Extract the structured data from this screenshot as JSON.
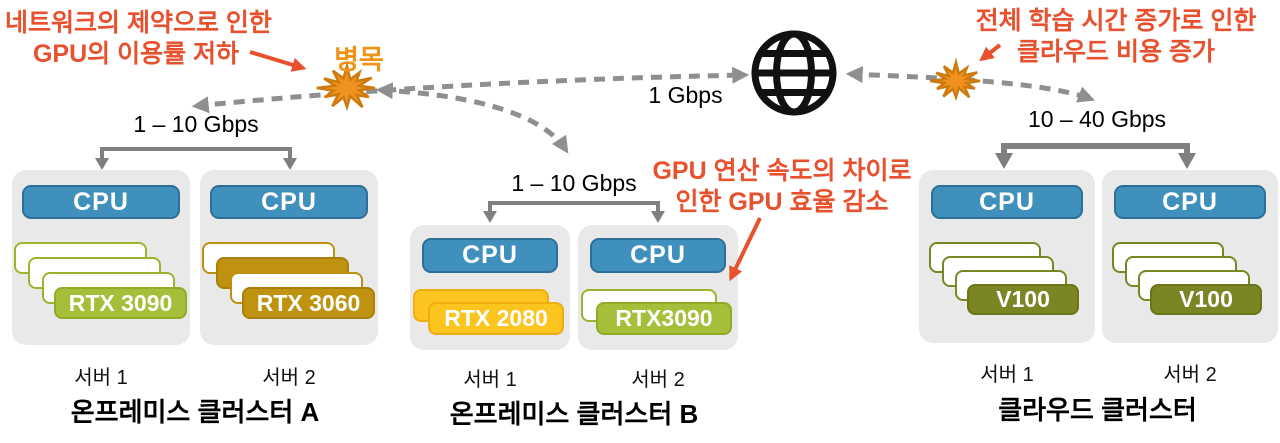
{
  "colors": {
    "annotation_red": "#e8502e",
    "bottleneck_orange": "#f09120",
    "cpu_blue": "#4090bd",
    "gpu_green": "#a6bf3a",
    "gpu_gold": "#bf9310",
    "gpu_amber": "#fcc41f",
    "gpu_olive": "#7b8523",
    "server_gray": "#e9e9e9"
  },
  "annotations": {
    "network_constraint": {
      "line1": "네트워크의 제약으로 인한",
      "line2": "GPU의 이용률 저하"
    },
    "bottleneck_label": "병목",
    "gpu_speed_mismatch": {
      "line1": "GPU 연산 속도의 차이로",
      "line2": "인한 GPU 효율 감소"
    },
    "cloud_cost": {
      "line1": "전체 학습 시간 증가로 인한",
      "line2": "클라우드 비용 증가"
    }
  },
  "network": {
    "wan_bandwidth": "1 Gbps"
  },
  "clusters": [
    {
      "title": "온프레미스 클러스터 A",
      "bandwidth": "1 – 10 Gbps",
      "servers": [
        {
          "label": "서버 1",
          "cpu": "CPU",
          "gpu": "RTX 3090"
        },
        {
          "label": "서버 2",
          "cpu": "CPU",
          "gpu": "RTX 3060"
        }
      ]
    },
    {
      "title": "온프레미스 클러스터 B",
      "bandwidth": "1 – 10 Gbps",
      "servers": [
        {
          "label": "서버 1",
          "cpu": "CPU",
          "gpu": "RTX 2080"
        },
        {
          "label": "서버 2",
          "cpu": "CPU",
          "gpu": "RTX3090"
        }
      ]
    },
    {
      "title": "클라우드 클러스터",
      "bandwidth": "10 – 40 Gbps",
      "servers": [
        {
          "label": "서버 1",
          "cpu": "CPU",
          "gpu": "V100"
        },
        {
          "label": "서버 2",
          "cpu": "CPU",
          "gpu": "V100"
        }
      ]
    }
  ]
}
